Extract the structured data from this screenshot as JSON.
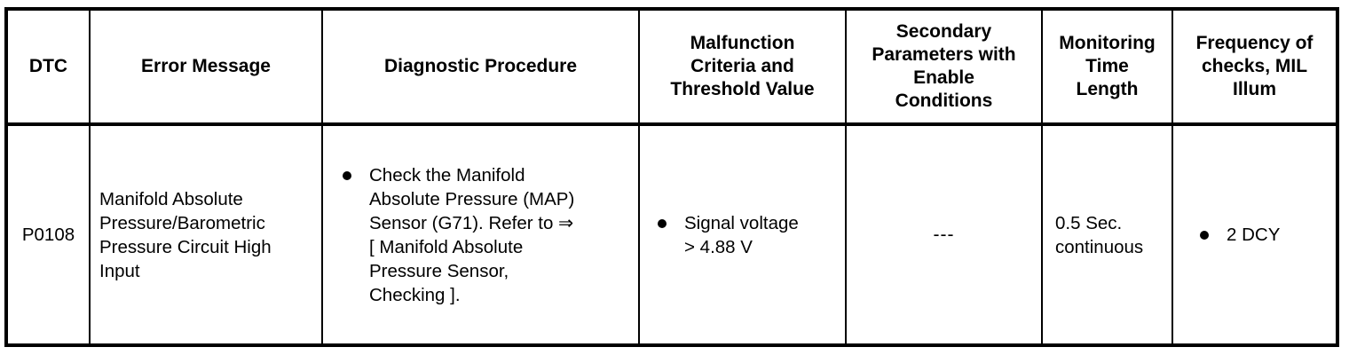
{
  "table": {
    "headers": [
      "DTC",
      "Error Message",
      "Diagnostic Procedure",
      "Malfunction\nCriteria and\nThreshold Value",
      "Secondary\nParameters with\nEnable\nConditions",
      "Monitoring\nTime\nLength",
      "Frequency of\nchecks, MIL\nIllum"
    ],
    "rows": [
      {
        "dtc": "P0108",
        "error_message": "Manifold Absolute\nPressure/Barometric\nPressure Circuit High\nInput",
        "diagnostic_procedure": "Check the Manifold\nAbsolute Pressure (MAP)\nSensor (G71). Refer to ⇒\n[ Manifold Absolute\nPressure Sensor,\nChecking ].",
        "malfunction_criteria": "Signal voltage\n> 4.88 V",
        "secondary_parameters": "---",
        "monitoring_time": "0.5 Sec.\ncontinuous",
        "frequency_checks": "2 DCY"
      }
    ]
  },
  "colors": {
    "border": "#000000",
    "text": "#000000",
    "background": "#ffffff"
  }
}
